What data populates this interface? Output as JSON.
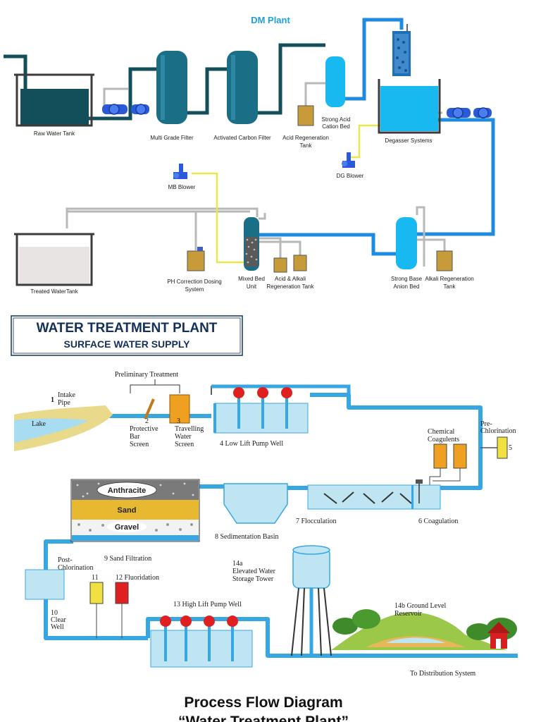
{
  "dm": {
    "title": "DM Plant",
    "labels": {
      "raw_water_tank": "Raw Water Tank",
      "multi_grade_filter": "Multi Grade Filter",
      "activated_carbon_filter": "Activated Carbon Filter",
      "acid_regen_1": "Acid Regeneration",
      "acid_regen_2": "Tank",
      "cation_1": "Strong Acid",
      "cation_2": "Cation Bed",
      "degasser": "Degasser Systems",
      "dg_blower": "DG Blower",
      "mb_blower": "MB Blower",
      "treated_water_tank": "Treated WaterTank",
      "ph_1": "PH Correction Dosing",
      "ph_2": "System",
      "mixed_1": "Mixed Bed",
      "mixed_2": "Unit",
      "acid_alkali_1": "Acid & Alkali",
      "acid_alkali_2": "Regeneration Tank",
      "anion_1": "Strong Base",
      "anion_2": "Anion Bed",
      "alkali_regen_1": "Alkali Regeneration",
      "alkali_regen_2": "Tank"
    }
  },
  "wtp": {
    "title": "WATER TREATMENT PLANT",
    "subtitle": "SURFACE WATER SUPPLY",
    "labels": {
      "preliminary": "Preliminary Treatment",
      "intake_num": "1",
      "intake_1": "Intake",
      "intake_2": "Pipe",
      "lake": "Lake",
      "bar_num": "2",
      "bar_1": "Protective",
      "bar_2": "Bar",
      "bar_3": "Screen",
      "travel_num": "3",
      "travel_1": "Travelling",
      "travel_2": "Water",
      "travel_3": "Screen",
      "low_lift": "4 Low Lift Pump Well",
      "chem_1": "Chemical",
      "chem_2": "Coagulents",
      "prechlor_1": "Pre-",
      "prechlor_2": "Chlorination",
      "prechlor_num": "5",
      "anthracite": "Anthracite",
      "sand": "Sand",
      "gravel": "Gravel",
      "flocculation": "7 Flocculation",
      "coagulation": "6 Coagulation",
      "sedimentation": "8 Sedimentation Basin",
      "sand_filtration": "9 Sand Filtration",
      "postchlor_1": "Post-",
      "postchlor_2": "Chlorination",
      "n11": "11",
      "fluoridation": "12 Fluoridation",
      "tower_1": "14a",
      "tower_2": "Elevated Water",
      "tower_3": "Storage Tower",
      "clear_1": "10",
      "clear_2": "Clear",
      "clear_3": "Well",
      "high_lift": "13 High Lift Pump Well",
      "ground_1": "14b Ground Level",
      "ground_2": "Reservoir",
      "distribution": "To Distribution System"
    }
  },
  "caption": {
    "line1": "Process Flow Diagram",
    "line2": "“Water Treatment Plant”"
  },
  "colors": {
    "dm_title": "#1ea0dc",
    "dark_pipe": "#124f5a",
    "blue_pipe": "#1d8ce0",
    "yellow_pipe": "#e8e84a",
    "grey_pipe": "#b8b8b8",
    "vessel_teal": "#1a6f86",
    "vessel_light": "#18b8f0",
    "pump_blue": "#2a5ad8",
    "regen_tank": "#c79a3a",
    "water_light": "#bfe4f2",
    "wtp_pipe": "#37a7e3",
    "pump_red": "#e02020",
    "title_navy": "#13305a"
  }
}
